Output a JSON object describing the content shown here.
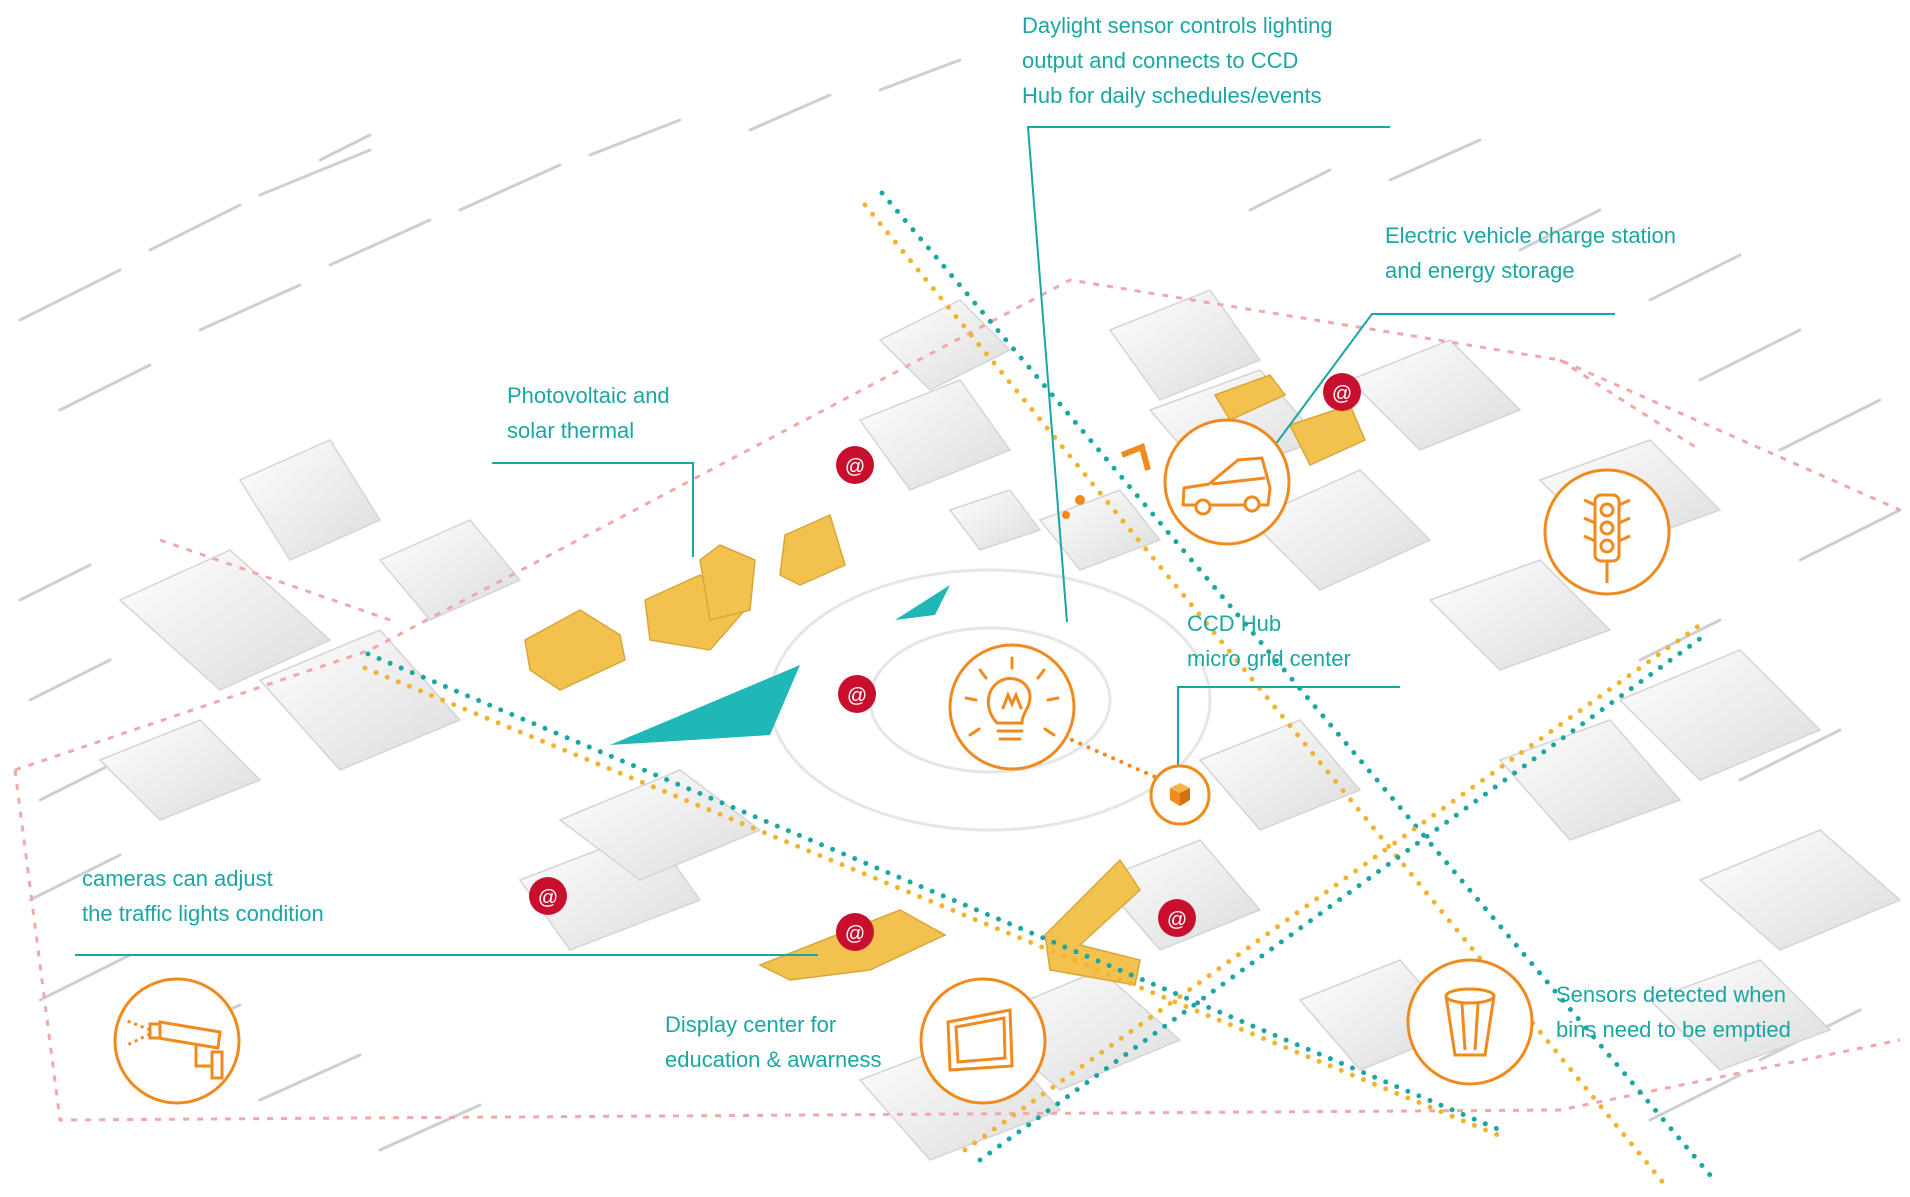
{
  "annotations": {
    "daylight": [
      "Daylight sensor controls lighting",
      "output and connects to CCD",
      "Hub for daily schedules/events"
    ],
    "ev": [
      "Electric vehicle charge station",
      "and energy storage"
    ],
    "pv": [
      "Photovoltaic and",
      "solar thermal"
    ],
    "hub": [
      "CCD Hub",
      "micro grid center"
    ],
    "cameras": [
      "cameras can adjust",
      "the traffic lights condition"
    ],
    "display": [
      "Display center for",
      "education & awarness"
    ],
    "sensors": [
      "Sensors detected when",
      "bins need to be emptied"
    ]
  },
  "marker_symbol": "@",
  "icons": [
    "light-bulb-icon",
    "car-icon",
    "traffic-light-icon",
    "hub-box-icon",
    "security-camera-icon",
    "display-screen-icon",
    "waste-bin-icon",
    "wifi-signal-icon"
  ],
  "colors": {
    "annotation_teal": "#1aa6a3",
    "icon_orange": "#f08a1c",
    "building_yellow": "#f2c14e",
    "plaza_teal": "#1fb8b6",
    "marker_red": "#c8102e",
    "boundary_pink": "#f0a8a8"
  }
}
